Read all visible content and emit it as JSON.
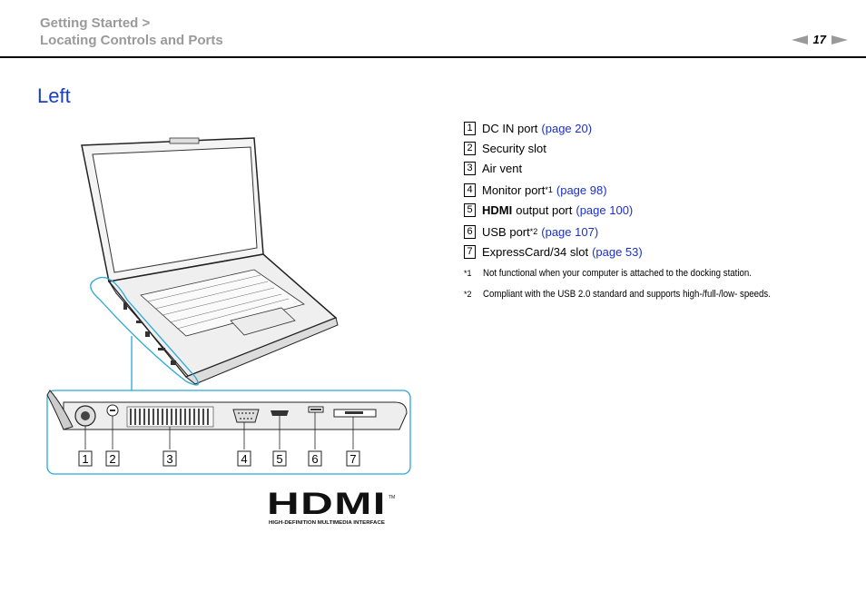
{
  "header": {
    "breadcrumb_line1": "Getting Started >",
    "breadcrumb_line2": "Locating Controls and Ports",
    "page_number": "17"
  },
  "section": {
    "title": "Left"
  },
  "items": [
    {
      "num": "1",
      "text": "DC IN port",
      "link": "(page 20)"
    },
    {
      "num": "2",
      "text": "Security slot"
    },
    {
      "num": "3",
      "text": "Air vent"
    },
    {
      "num": "4",
      "text": "Monitor port",
      "sup": "*1",
      "link": "(page 98)"
    },
    {
      "num": "5",
      "bold": "HDMI",
      "text": "output port",
      "link": "(page 100)"
    },
    {
      "num": "6",
      "text": "USB port",
      "sup": "*2",
      "link": "(page 107)"
    },
    {
      "num": "7",
      "text": "ExpressCard/34 slot",
      "link": "(page 53)"
    }
  ],
  "notes": [
    {
      "mark": "*1",
      "text": "Not functional when your computer is attached to the docking station."
    },
    {
      "mark": "*2",
      "text": "Compliant with the USB 2.0 standard and supports high-/full-/low- speeds."
    }
  ],
  "callouts": [
    "1",
    "2",
    "3",
    "4",
    "5",
    "6",
    "7"
  ],
  "logo": {
    "wordmark": "HDMI",
    "trademark": "TM",
    "tagline": "HIGH-DEFINITION MULTIMEDIA INTERFACE"
  },
  "colors": {
    "accent": "#1a3fbf",
    "link": "#1a2fd0",
    "callout_frame": "#29a8d6",
    "breadcrumb": "#9a9a9a"
  }
}
